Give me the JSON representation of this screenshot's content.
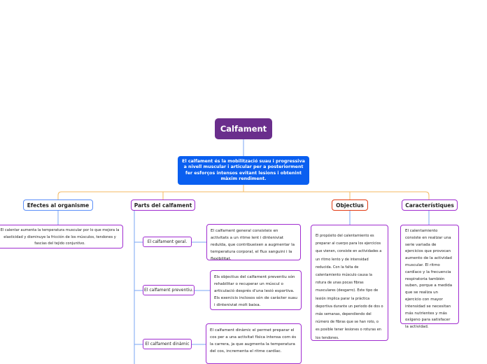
{
  "colors": {
    "root": "#6a2e8c",
    "main": "#0a5ff0",
    "branch_efectes": "#5b8ff9",
    "branch_parts": "#a02cd0",
    "branch_objectius": "#e23a12",
    "branch_caracteristiques": "#a02cd0",
    "connector_orange": "#f4b860",
    "connector_blue": "#7aa6f3"
  },
  "root": {
    "label": "Calfament"
  },
  "main": {
    "text": "El calfament és la mobilització suau i progressiva a nivell muscular i articular per a posteriorment fer esforços intensos evitant lesions i obtenint màxim rendiment."
  },
  "branches": {
    "efectes": {
      "label": "Efectes al organisme",
      "text": "El calentar aumenta la temperatura muscular por lo que mejora la elasticidad y disminuye la fricción de los músculos, tendones y fascias del tejido conjuntivo."
    },
    "parts": {
      "label": "Parts del calfament",
      "subs": [
        {
          "label": "El calfament geral.",
          "text": "El calfament general consisteix en activitats a un ritme lent i dinteniviat redulda, que contribueixen a augmentar la temperatura corporal, el flux sanguini i la flexibilitat."
        },
        {
          "label": "El calfament preventiu.",
          "text": "Els objectius del calfament preventiu són rehabilitar o recuperar un múscul o articulació després d'una lesió esportiva. Els exercicis inclosos són de caràcter suau i dinteniviat molt baixa."
        },
        {
          "label": "El calfament dinàmic",
          "text": "El calfament dinàmic el permet preparar el cos per a una activitat física intensa com és la carrera, ja que augmenta la temperatura del cos, incrementa el ritme cardíac."
        }
      ]
    },
    "objectius": {
      "label": "Objectius",
      "text": "El propósito del calentamiento es preparar al cuerpo para los ejercicios que vienen, consiste en actividades a un ritmo lento y de intensidad reducida. Con la falta de calentamiento músculo causa la rotura de unas pocas fibras musculares (desgarro). Este tipo de lesión implica parar la práctica deportiva durante un periodo de dos o más semanas, dependiendo del número de fibras que se han roto, o es posible tener lesiones o roturas en los tendones."
    },
    "caracteristiques": {
      "label": "Característiques",
      "text": "El calentamiento consiste en realizar una serie variada de ejercicios que provocan aumento de la actividad muscular. El ritmo cardíaco y la frecuencia respiratoria también suben, porque a medida que se realiza un ejercicio con mayor intensidad se necesitan más nutrientes y más oxígeno para satisfacer la actividad."
    }
  }
}
